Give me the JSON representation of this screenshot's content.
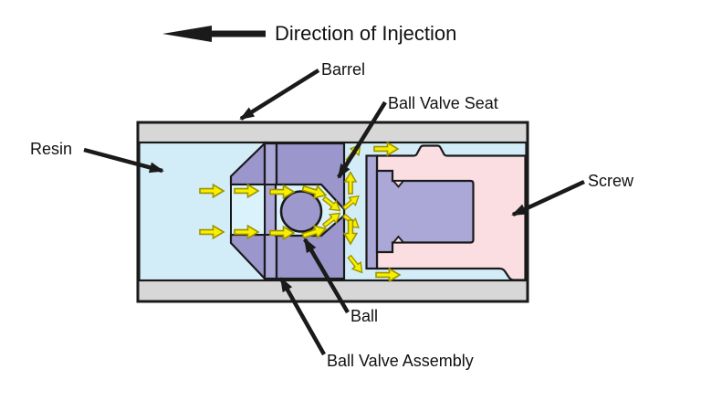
{
  "title": {
    "text": "Direction of Injection"
  },
  "labels": {
    "barrel": "Barrel",
    "ball_valve_seat": "Ball Valve Seat",
    "resin": "Resin",
    "screw": "Screw",
    "ball": "Ball",
    "ball_valve_assembly": "Ball Valve Assembly"
  },
  "colors": {
    "barrel_wall": "#d7d7d7",
    "resin": "#d3edf8",
    "channel": "#d9f2fb",
    "assembly_body": "#9b96cb",
    "collar": "#aba7d7",
    "ball": "#9e99cd",
    "screw": "#fadee1",
    "flow_arrow_fill": "#f8ef00",
    "flow_arrow_stroke": "#9c9300",
    "outline": "#1a1a1a",
    "background": "#ffffff"
  }
}
